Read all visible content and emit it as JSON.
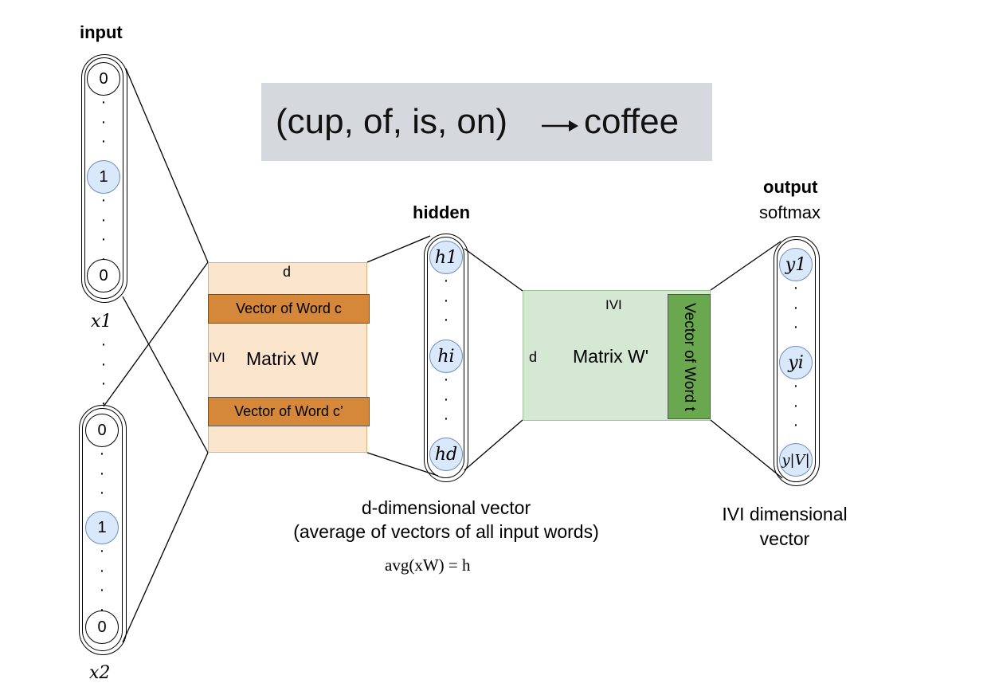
{
  "banner": {
    "context_text": "(cup, of, is, on)",
    "target_text": "coffee",
    "background": "#d5d8dd"
  },
  "input": {
    "title": "input",
    "vector1": {
      "top_value": "0",
      "middle_value": "1",
      "bottom_value": "0",
      "label": "x1"
    },
    "vector2": {
      "top_value": "0",
      "middle_value": "1",
      "bottom_value": "0",
      "label": "x2"
    }
  },
  "matrix_w": {
    "name": "Matrix W",
    "cols_label": "d",
    "rows_label": "IVI",
    "vector_c": "Vector of Word c",
    "vector_c_prime": "Vector of Word c’",
    "fill": "#fbe5cc",
    "vector_fill": "#d5883a"
  },
  "hidden": {
    "title": "hidden",
    "nodes": [
      "h1",
      "hi",
      "hd"
    ],
    "caption_line1": "d-dimensional vector",
    "caption_line2": "(average of vectors of all input words)",
    "formula": "avg(xW) = h"
  },
  "matrix_w_prime": {
    "name": "Matrix W'",
    "cols_label": "IVI",
    "rows_label": "d",
    "vector_t": "Vector of Word t",
    "fill": "#d5e8d4",
    "vector_fill": "#6aa84f"
  },
  "output": {
    "title": "output",
    "subtitle": "softmax",
    "nodes": [
      "y1",
      "yi",
      "y|V|"
    ],
    "caption_line1": "IVI dimensional",
    "caption_line2": "vector"
  },
  "colors": {
    "node_highlight": "#dae8fc",
    "node_highlight_border": "#6c8ebf"
  }
}
